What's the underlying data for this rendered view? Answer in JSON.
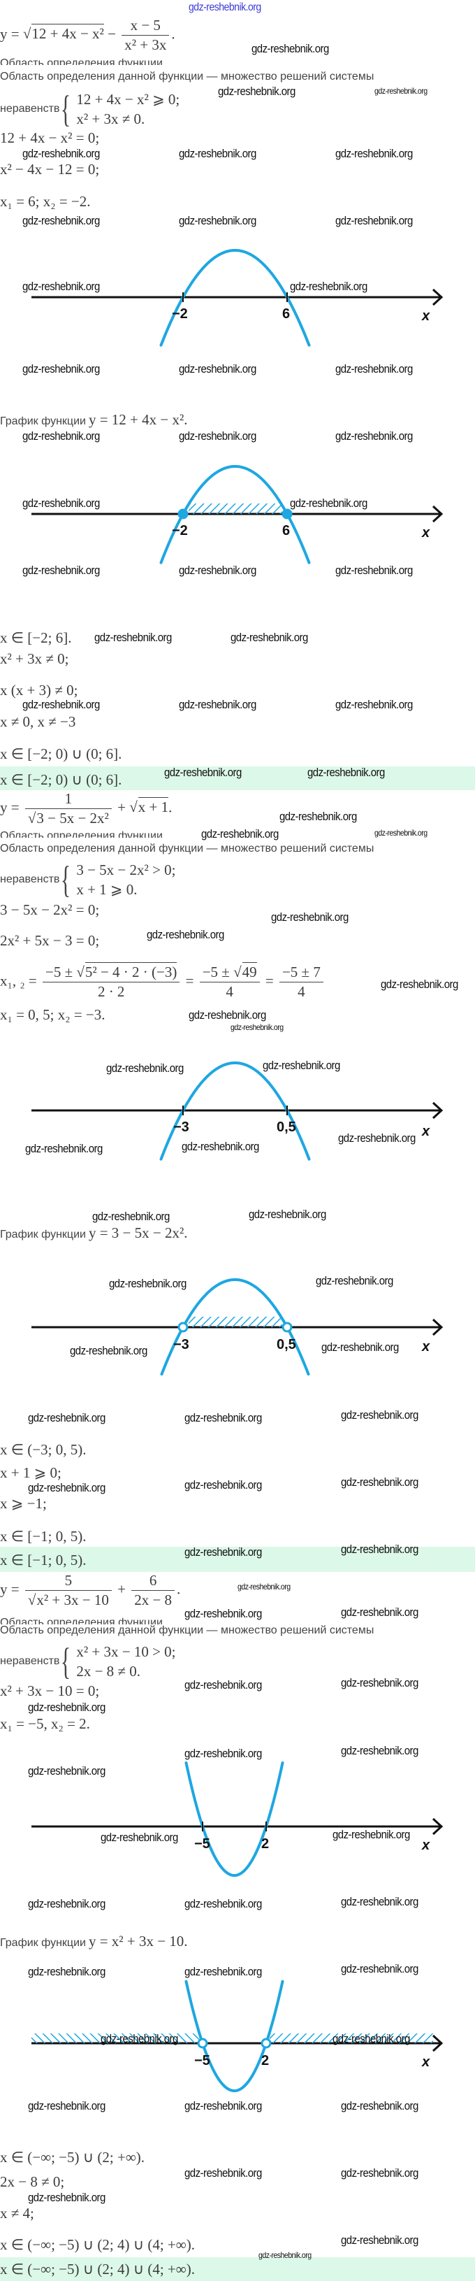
{
  "watermark": "gdz-reshebnik.org",
  "colors": {
    "curve": "#1ea7e1",
    "axis": "#111111",
    "answer_band": "#dcf8e8",
    "watermark_top": "#3a3ad8"
  },
  "domain_heading": "Область определения функции",
  "domain_sentence": "Область определения данной функции — множество решений системы",
  "system_label": "неравенств",
  "graph_prefix": "График функции",
  "problems": [
    {
      "formula": {
        "lhs": "y =",
        "sqrt": "12 + 4x − x²",
        "op": "−",
        "num": "x − 5",
        "den": "x² + 3x",
        "end": "."
      },
      "system": [
        "12 + 4x − x² ⩾ 0;",
        "x² + 3x ≠ 0."
      ],
      "steps_a": [
        "12 + 4x − x² = 0;",
        "x² − 4x − 12 = 0;",
        "x₁ = 6;  x₂ = −2."
      ],
      "graph1": {
        "roots": [
          "−2",
          "6"
        ],
        "axis": "x"
      },
      "graph_caption": "y = 12 + 4x − x².",
      "graph2": {
        "roots": [
          "−2",
          "6"
        ],
        "axis": "x"
      },
      "steps_b": [
        "x ∈ [−2;  6].",
        "x² + 3x ≠ 0;",
        "x (x + 3) ≠ 0;",
        "x ≠ 0,  x ≠ −3",
        "x ∈ [−2;  0) ∪ (0;  6]."
      ],
      "answer": "x ∈ [−2;  0) ∪ (0;  6]."
    },
    {
      "formula": {
        "lhs": "y =",
        "num": "1",
        "den_sqrt": "3 − 5x − 2x²",
        "op": "+",
        "sqrt": "x + 1",
        "end": "."
      },
      "system": [
        "3 − 5x − 2x² > 0;",
        "x + 1 ⩾ 0."
      ],
      "steps_a": [
        "3 − 5x − 2x² = 0;",
        "2x² + 5x − 3 = 0;"
      ],
      "roots_formula": {
        "lhs": "x₁, ₂ =",
        "num1_pre": "−5 ±",
        "num1_sqrt": "5² − 4 · 2 · (−3)",
        "den1": "2 · 2",
        "eq": "=",
        "num2_pre": "−5 ±",
        "num2_sqrt": "49",
        "den2": "4",
        "num3": "−5 ± 7",
        "den3": "4"
      },
      "roots": "x₁ = 0, 5;  x₂ = −3.",
      "graph1": {
        "roots": [
          "−3",
          "0,5"
        ],
        "axis": "x"
      },
      "graph_caption": "y = 3 − 5x − 2x².",
      "graph2": {
        "roots": [
          "−3",
          "0,5"
        ],
        "axis": "x"
      },
      "steps_b": [
        "x ∈ (−3;  0, 5).",
        "x + 1 ⩾ 0;",
        "x ⩾ −1;",
        "x ∈ [−1;  0, 5)."
      ],
      "answer": "x ∈ [−1;  0, 5)."
    },
    {
      "formula": {
        "lhs": "y =",
        "num": "5",
        "den_sqrt": "x² + 3x − 10",
        "op": "+",
        "num2": "6",
        "den2": "2x − 8",
        "end": "."
      },
      "system": [
        "x² + 3x − 10 > 0;",
        "2x − 8 ≠ 0."
      ],
      "steps_a": [
        "x² + 3x − 10 = 0;",
        "x₁ = −5,  x₂ = 2."
      ],
      "graph1": {
        "roots": [
          "−5",
          "2"
        ],
        "axis": "x"
      },
      "graph_caption": "y = x² + 3x − 10.",
      "graph2": {
        "roots": [
          "−5",
          "2"
        ],
        "axis": "x"
      },
      "steps_b": [
        "x ∈ (−∞;  −5) ∪ (2;  +∞).",
        "2x − 8 ≠ 0;",
        "x ≠ 4;",
        "x ∈ (−∞;  −5) ∪ (2;  4) ∪ (4;  +∞)."
      ],
      "answer": "x ∈ (−∞;  −5) ∪ (2;  4) ∪ (4;  +∞)."
    }
  ]
}
